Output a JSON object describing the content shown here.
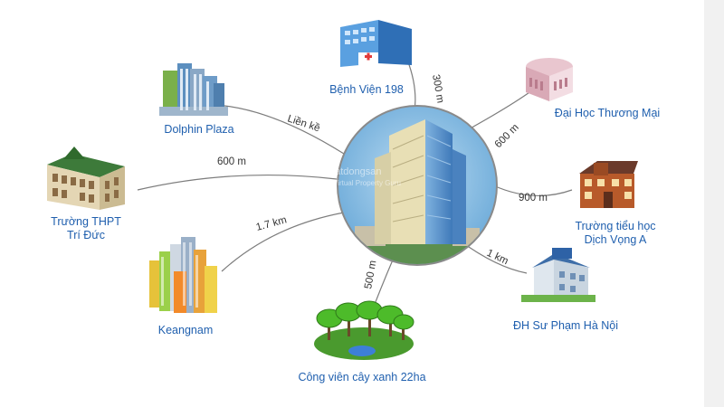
{
  "center": {
    "watermark_top": "batdongsan",
    "watermark_bottom": "Virtual Property Guru"
  },
  "places": {
    "hospital": "Bệnh Viện 198",
    "university": "Đại Học Thương Mại",
    "primary_school": "Trường tiểu học\nDịch Vọng A",
    "pedagogy": "ĐH Sư Phạm Hà Nội",
    "park": "Công viên cây xanh 22ha",
    "keangnam": "Keangnam",
    "high_school": "Trường THPT\nTrí Đức",
    "dolphin": "Dolphin Plaza"
  },
  "distances": {
    "hospital": "300 m",
    "university": "600 m",
    "primary_school": "900 m",
    "pedagogy": "1 km",
    "park": "500 m",
    "keangnam": "1.7 km",
    "high_school": "600 m",
    "dolphin": "Liền kề"
  },
  "colors": {
    "label_blue": "#1f5fae",
    "line_gray": "#7d7d7d"
  }
}
